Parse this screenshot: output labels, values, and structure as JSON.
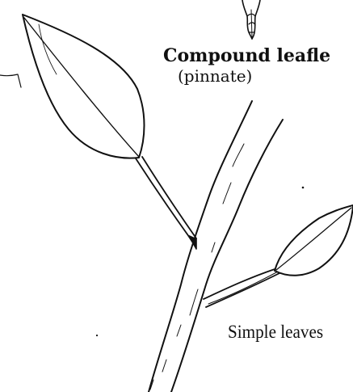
{
  "labels": {
    "compound": "Compound leafle",
    "pinnate": "(pinnate)",
    "simple": "Simple leaves"
  },
  "colors": {
    "ink": "#111111",
    "background": "#ffffff"
  }
}
